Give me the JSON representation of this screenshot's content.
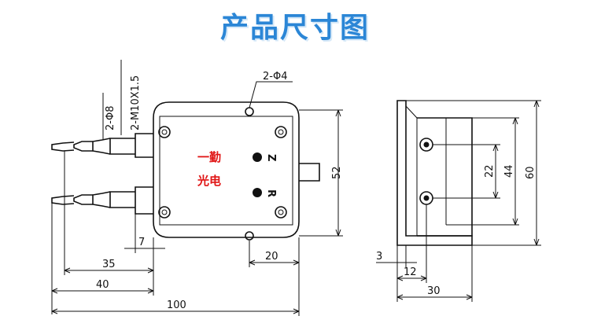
{
  "title": "产品尺寸图",
  "product_label": {
    "line1": "一勤",
    "line2": "光电"
  },
  "port_labels": {
    "positive": "Z",
    "negative": "R"
  },
  "callouts": {
    "mount_hole": "2-Φ4",
    "thread": "2-M10X1.5",
    "barb": "2-Φ8"
  },
  "dimensions": {
    "height_front": "52",
    "port_offset": "7",
    "port_to_center": "20",
    "len_35": "35",
    "len_40": "40",
    "len_100": "100",
    "side_22": "22",
    "side_44": "44",
    "side_60": "60",
    "side_3": "3",
    "side_12": "12",
    "side_30": "30"
  },
  "colors": {
    "title": "#2b86d6",
    "label": "#e01515",
    "line": "#111111"
  }
}
